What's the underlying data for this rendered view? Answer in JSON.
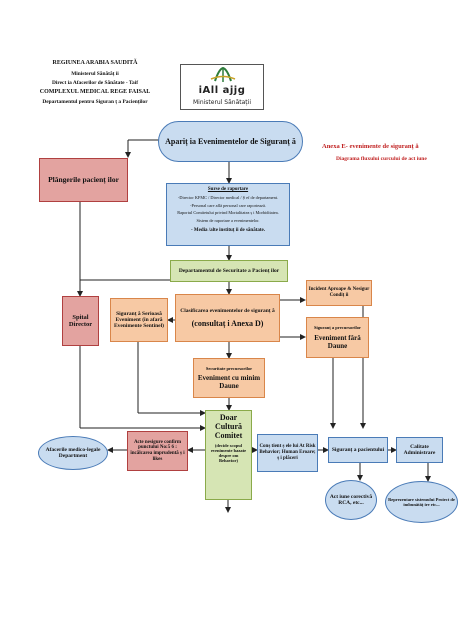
{
  "header": {
    "line1": "REGIUNEA ARABIA SAUDITĂ",
    "line2": "Ministerul Sănătăț ii",
    "line3": "Direct ia Afacerilor de Sănătate - Taif",
    "line4": "COMPLEXUL MEDICAL REGE FAISAL",
    "line5": "Departamentul pentru Siguran ț a Pacienților"
  },
  "logo": {
    "arabic": "iAll ajjg",
    "subtitle": "Ministerul Sănătații"
  },
  "annex": {
    "title": "Anexa E- evenimente de siguranț ă",
    "subtitle": "Diagrama fluxului curcului de act ​​iune"
  },
  "nodes": {
    "start": "Apariț ia Evenimentelor de Siguranț ă",
    "complaints": "Plângerile pacienț ilor",
    "reporting_title": "Surse de raportare",
    "reporting_l1": "-Director KFMC / Director medical / Ș ef de departament.",
    "reporting_l2": "-Personal care află personal care raportează.",
    "reporting_l3": "Raportul Comitetului privind Mortalitatea ș i Morbiditatea.",
    "reporting_l4": "Sistem de raportare a evenimentelor.",
    "reporting_l5": "- Media /alte instituț ii de sănătate.",
    "safety_dept": "Departamentul de Securitate a Pacienț ilor",
    "hospital_director": "Spital Director",
    "sentinel": "Siguranț ă Serioasă Eveniment (în afară Evenimente Sentinel)",
    "classification_l1": "Clasificarea evenimentelor de siguranț ă",
    "classification_l2": "(consultaț i Anexa D)",
    "near_miss": "Incident Aproape & Nesigur Condiț ii",
    "no_harm_label": "Siguranț a precursorilor",
    "no_harm": "Eveniment fără Daune",
    "precursor_label": "Securitate precursorilor",
    "precursor": "Eveniment cu minim Daune",
    "culture_l1": "Doar",
    "culture_l2": "Cultură",
    "culture_l3": "Comitet",
    "culture_l4": "(decide scopul",
    "culture_l5": "evenimente bazate",
    "culture_l6": "despre om",
    "culture_l7": "Behavior)",
    "unsafe_acts": "Acte nesigure confirm punctului No:5 6 : încălcarea imprudentă ș i likes",
    "medico_legal": "Afacerile medico-legale Department",
    "conscious": "Conș tient ș ele lui At Risk Behavior; Human Eroare; ș i plăceri",
    "patient_safety": "Siguranț a pacientului",
    "admin_quality": "Calitate Administrare",
    "corrective": "Act ​​iune corectivă RCA, etc...",
    "immunity": "Reprezentare sistemului Proiect de imbunătăț ire etc..."
  },
  "colors": {
    "blue_fill": "#c9dcf0",
    "blue_border": "#4a7bb7",
    "red_fill": "#e3a3a0",
    "orange_fill": "#f7c9a4",
    "green_fill": "#d6e5b4",
    "annex_red": "#c02020"
  }
}
